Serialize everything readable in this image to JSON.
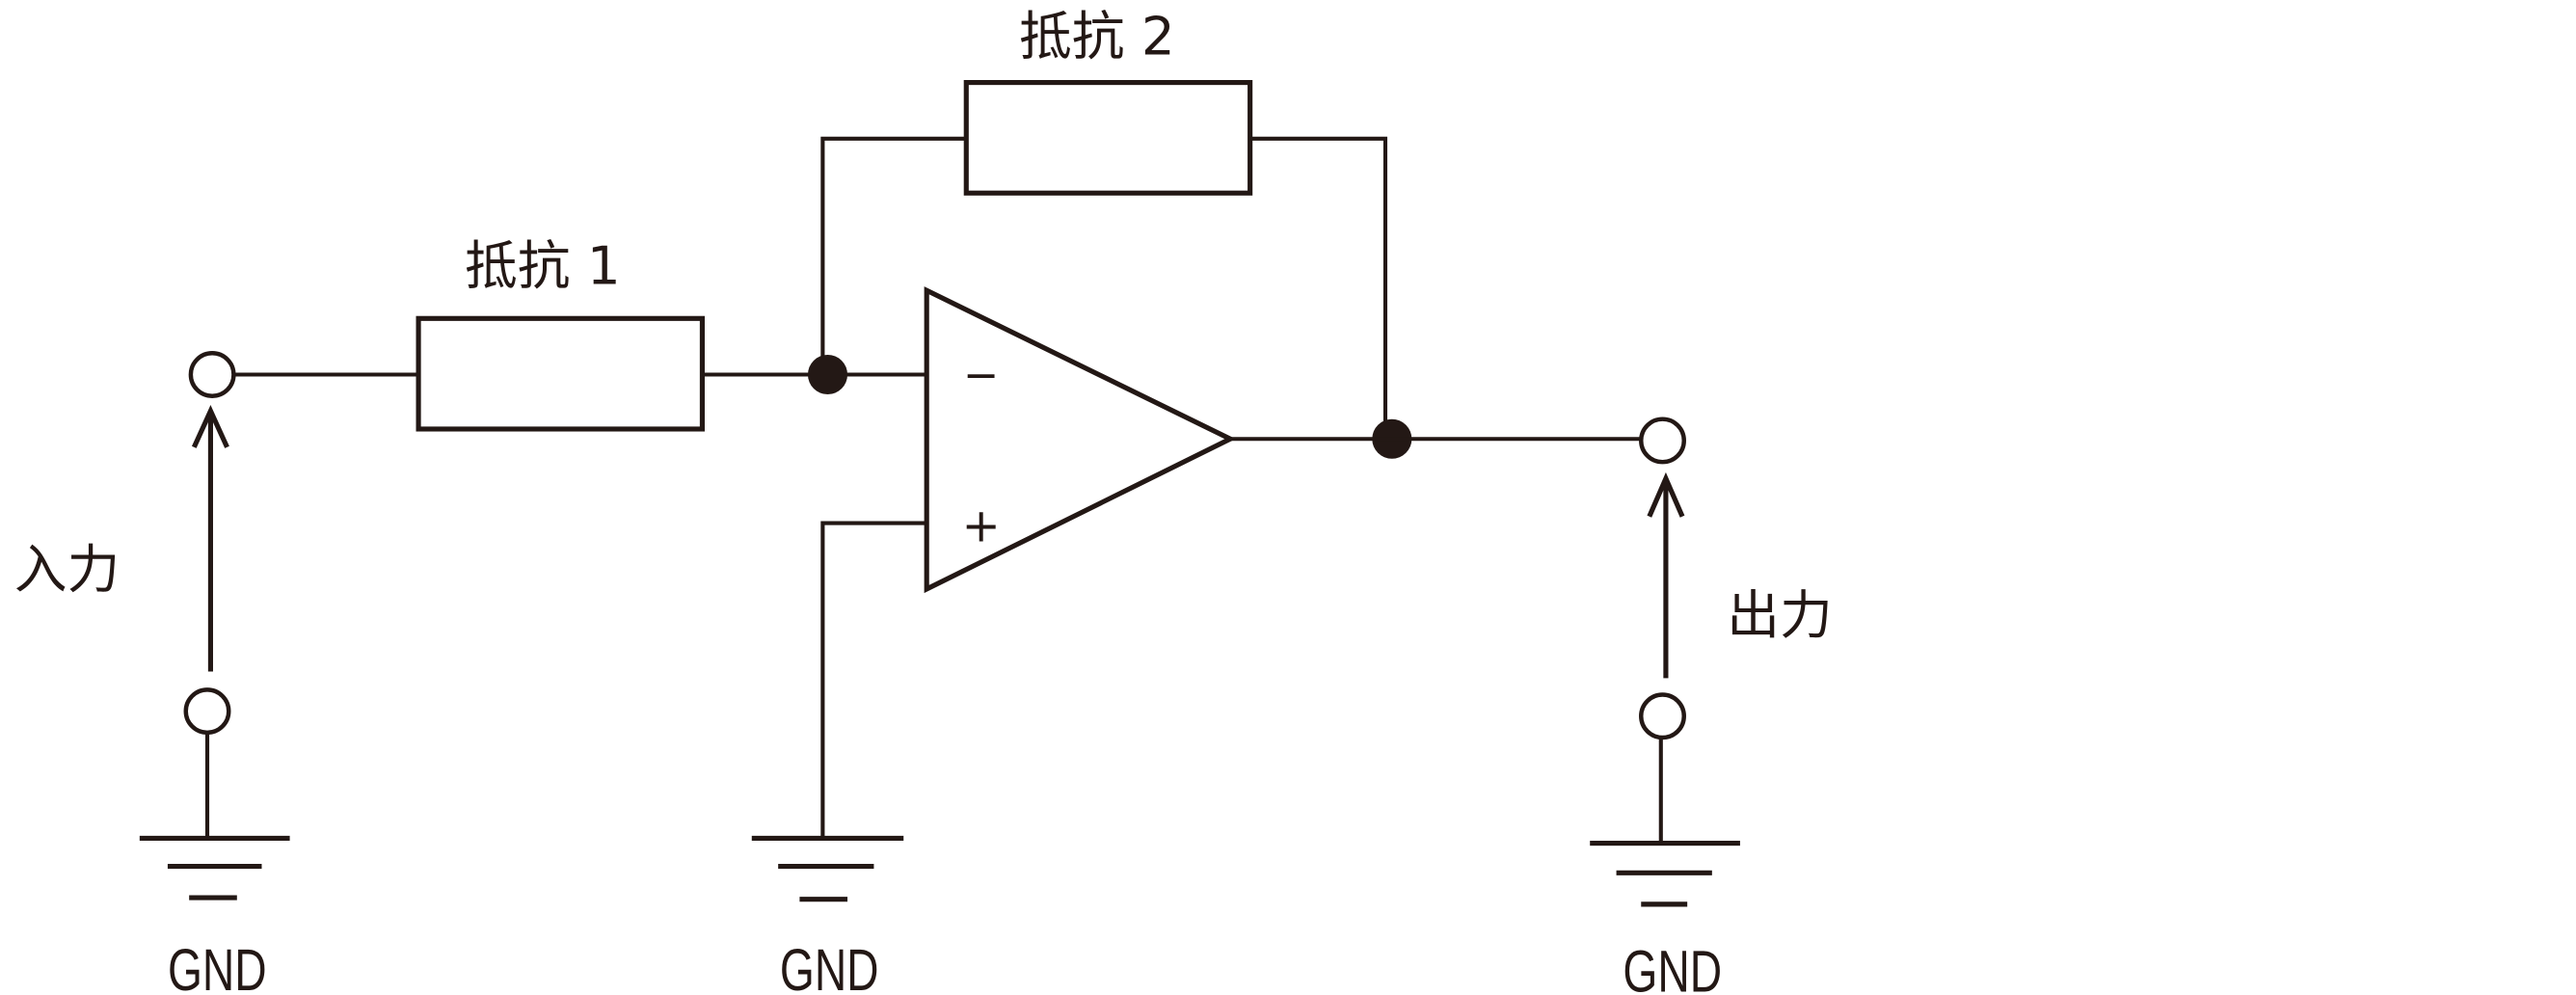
{
  "diagram": {
    "type": "inverting-amplifier-circuit",
    "line_color": "#231815",
    "labels": {
      "resistor1": "抵抗 1",
      "resistor2": "抵抗 2",
      "input": "入力",
      "output": "出力",
      "gnd_input": "GND",
      "gnd_opamp": "GND",
      "gnd_output": "GND",
      "minus": "−",
      "plus": "+"
    },
    "components": [
      {
        "id": "input-terminal",
        "kind": "terminal"
      },
      {
        "id": "resistor-1",
        "kind": "resistor",
        "label": "抵抗 1"
      },
      {
        "id": "resistor-2",
        "kind": "resistor",
        "label": "抵抗 2"
      },
      {
        "id": "op-amp",
        "kind": "operational-amplifier",
        "inputs": [
          "−",
          "+"
        ]
      },
      {
        "id": "output-terminal",
        "kind": "terminal"
      },
      {
        "id": "ground-1",
        "kind": "ground",
        "label": "GND"
      },
      {
        "id": "ground-2",
        "kind": "ground",
        "label": "GND"
      },
      {
        "id": "ground-3",
        "kind": "ground",
        "label": "GND"
      }
    ]
  }
}
